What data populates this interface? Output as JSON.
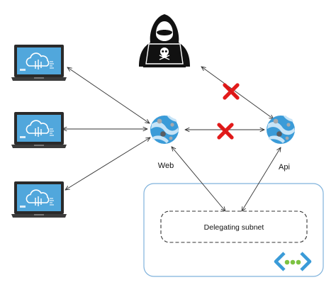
{
  "nodes": {
    "web": {
      "label": "Web",
      "icon": "app-service-icon"
    },
    "api": {
      "label": "Api",
      "icon": "app-service-icon"
    },
    "attacker": {
      "icon": "hacker-icon"
    },
    "clients": [
      {
        "icon": "laptop-cloud-icon"
      },
      {
        "icon": "laptop-cloud-icon"
      },
      {
        "icon": "laptop-cloud-icon"
      }
    ]
  },
  "vnet": {
    "subnet_label": "Delegating subnet",
    "icon": "virtual-network-icon"
  },
  "connections": [
    {
      "from": "client-1",
      "to": "web",
      "blocked": false
    },
    {
      "from": "client-2",
      "to": "web",
      "blocked": false
    },
    {
      "from": "client-3",
      "to": "web",
      "blocked": false
    },
    {
      "from": "web",
      "to": "api",
      "blocked": true
    },
    {
      "from": "attacker",
      "to": "api",
      "blocked": true
    },
    {
      "from": "web",
      "to": "delegating-subnet",
      "blocked": false
    },
    {
      "from": "delegating-subnet",
      "to": "api",
      "blocked": false
    }
  ],
  "colors": {
    "azure_blue": "#3a9bd8",
    "azure_light": "#c7e4f7",
    "blocked_red": "#e31b1b",
    "vnet_border": "#7fb2dc",
    "vnet_dots": "#7dc242",
    "laptop_dark": "#2a2a2a",
    "arrow": "#333333"
  }
}
